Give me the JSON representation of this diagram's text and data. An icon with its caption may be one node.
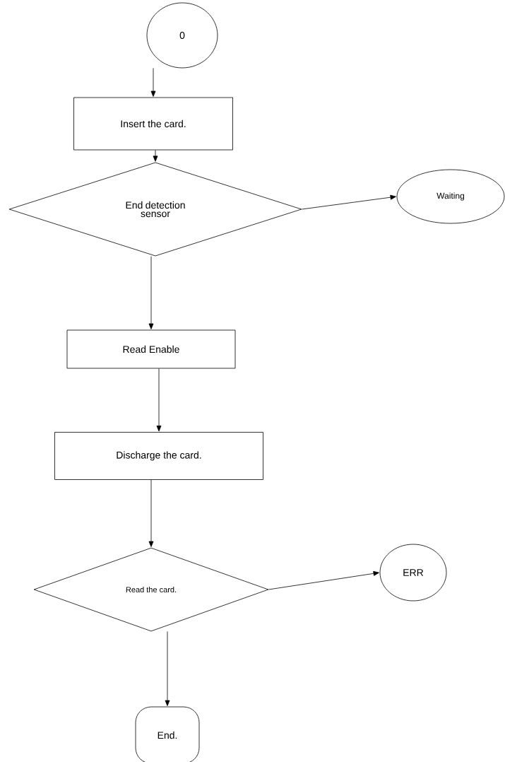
{
  "diagram": {
    "nodes": [
      {
        "text": [
          "0"
        ]
      },
      {
        "text": [
          "Insert the card."
        ]
      },
      {
        "text": [
          "End detection sensor"
        ]
      },
      {
        "text": [
          "Waiting"
        ]
      },
      {
        "text": [
          "Read Enable"
        ]
      },
      {
        "text": [
          "Discharge the card."
        ]
      },
      {
        "text": [
          "Read the card."
        ]
      },
      {
        "text": [
          "ERR"
        ]
      },
      {
        "text": [
          "End."
        ]
      }
    ],
    "edges": [
      {
        "from": 0,
        "to": 1,
        "arrow": "to"
      },
      {
        "from": 1,
        "to": 2,
        "arrow": "to"
      },
      {
        "from": 2,
        "to": 3,
        "arrow": "to"
      },
      {
        "from": 2,
        "to": 4,
        "arrow": "to"
      },
      {
        "from": 4,
        "to": 5,
        "arrow": "to"
      },
      {
        "from": 5,
        "to": 6,
        "arrow": "to"
      },
      {
        "from": 6,
        "to": 7,
        "arrow": "to"
      },
      {
        "from": 6,
        "to": 8,
        "arrow": "to"
      }
    ]
  }
}
